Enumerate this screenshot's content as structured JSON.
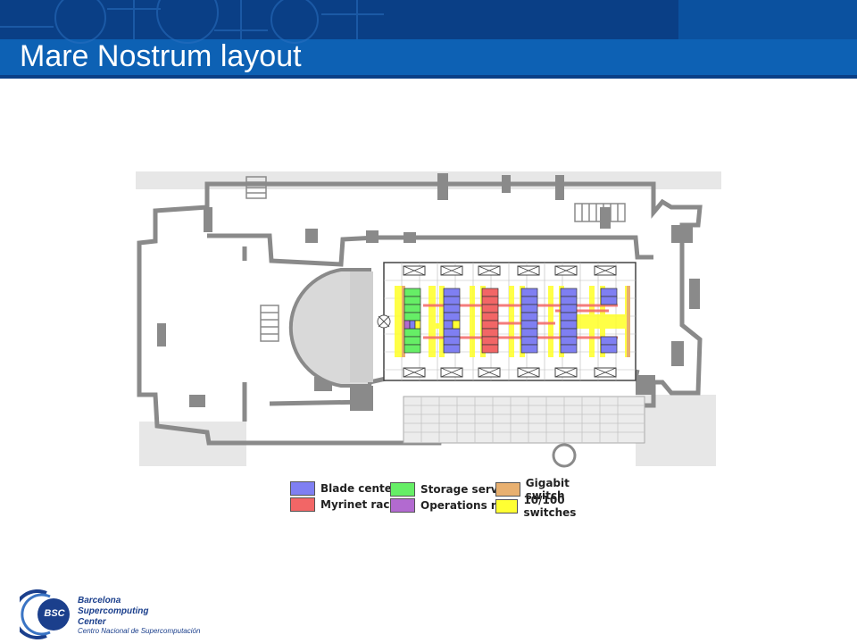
{
  "header": {
    "title": "Mare Nostrum layout",
    "colors": {
      "dark": "#0a3f86",
      "main": "#0d61b4"
    }
  },
  "legend": {
    "items": [
      {
        "label": "Blade centers",
        "color": "#7f7ff2"
      },
      {
        "label": "Storage servers",
        "color": "#66ee66"
      },
      {
        "label": "Gigabit switch",
        "color": "#e8b070"
      },
      {
        "label": "Myrinet racks",
        "color": "#f26666"
      },
      {
        "label": "Operations rack",
        "color": "#b26ad0"
      },
      {
        "label": "10/100 switches",
        "color": "#ffff33"
      }
    ]
  },
  "logo": {
    "badge": "BSC",
    "org_lines": [
      "Barcelona",
      "Supercomputing",
      "Center"
    ],
    "subtitle": "Centro Nacional de Supercomputación"
  }
}
